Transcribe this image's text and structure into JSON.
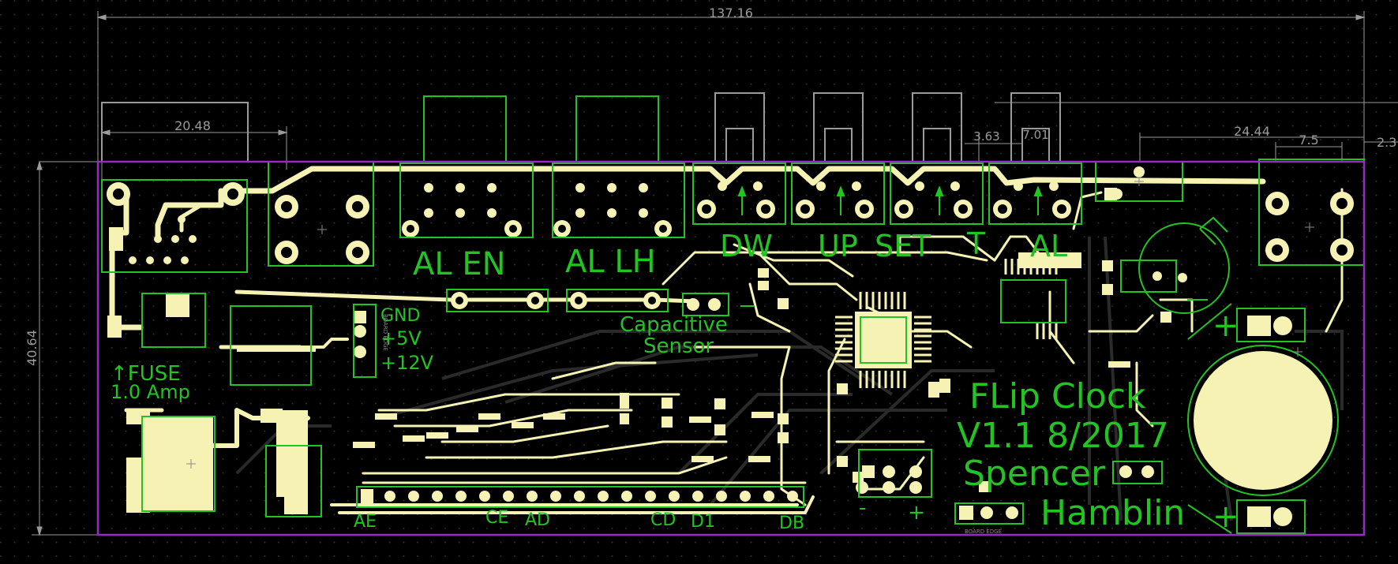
{
  "colors": {
    "background": "#000000",
    "copper": "#f6f2b4",
    "silkscreen": "#22c322",
    "dimension": "#9a9a9a",
    "outline": "#9c27c8",
    "inner_trace": "#262626"
  },
  "dimensions": {
    "overall_width": "137.16",
    "overall_height": "40.64",
    "jack_width": "20.48",
    "right_span": "24.44",
    "right_small": "7.5",
    "right_edge": "2.3",
    "switch_spacing_a": "3.63",
    "switch_spacing_b": "7.01"
  },
  "labels": {
    "al_en": "AL  EN",
    "al_lh": "AL  LH",
    "dw": "DW",
    "up": "UP",
    "set": "SET",
    "t": "T",
    "al": "AL",
    "gnd": "GND",
    "plus5v": "+5V",
    "plus12v": "+12V",
    "capacitive": "Capacitive",
    "sensor": "Sensor",
    "fuse": "↑FUSE",
    "fuse_rating": "1.0 Amp",
    "board_title": "FLip Clock",
    "version": "V1.1 8/2017",
    "author_first": "Spencer",
    "author_last": "Hamblin",
    "ae": "AE",
    "ce": "CE",
    "ad": "AD",
    "cd": "CD",
    "d1": "D1",
    "db": "DB",
    "plus": "+",
    "minus": "-",
    "board_edge": "BOARD EDGE"
  }
}
